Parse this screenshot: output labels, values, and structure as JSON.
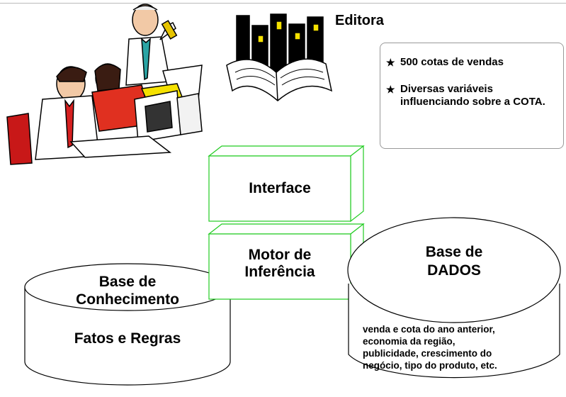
{
  "publisher": {
    "title": "Editora"
  },
  "notes": {
    "items": [
      {
        "bullet": "★",
        "text": "500 cotas de vendas"
      },
      {
        "bullet": "★",
        "text": "Diversas variáveis influenciando sobre a COTA."
      }
    ]
  },
  "interface_box": {
    "label": "Interface"
  },
  "engine_box": {
    "line1": "Motor de",
    "line2": "Inferência"
  },
  "knowledge_base": {
    "line1": "Base de",
    "line2": "Conhecimento",
    "content": "Fatos e Regras"
  },
  "database": {
    "line1": "Base de",
    "line2": "DADOS",
    "details": [
      "venda e cota do ano anterior,",
      "economia da região,",
      "publicidade, crescimento do",
      "negócio, tipo do produto, etc."
    ]
  },
  "colors": {
    "box_edge": "#22cc22",
    "outline": "#000000"
  }
}
